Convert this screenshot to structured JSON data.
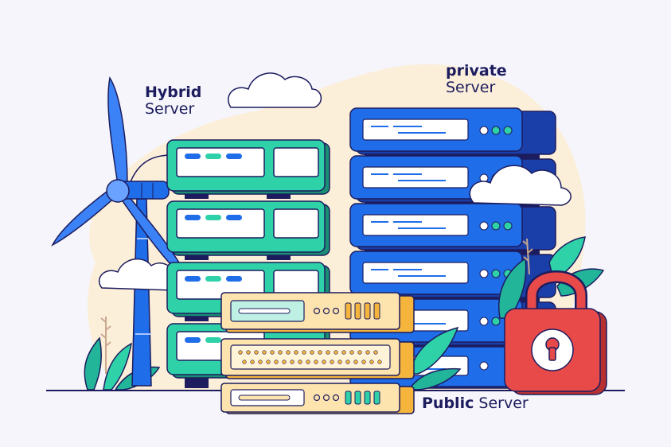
{
  "labels": {
    "hybrid": {
      "title": "Hybrid",
      "subtitle": "Server"
    },
    "private": {
      "title": "private",
      "subtitle": "Server"
    },
    "public": {
      "title": "Public",
      "subtitle": "Server"
    }
  },
  "icons": [
    "wind-turbine-icon",
    "cloud-icon",
    "server-rack-icon",
    "padlock-icon",
    "leaf-icon"
  ],
  "colors": {
    "background": "#f5f5fb",
    "blob": "#fcefd9",
    "hybrid": "#2fd1a9",
    "private": "#1f6de8",
    "public": "#fde3ad",
    "lock": "#e84a4a",
    "outline": "#1c1c5e",
    "plant": "#22b59a"
  }
}
